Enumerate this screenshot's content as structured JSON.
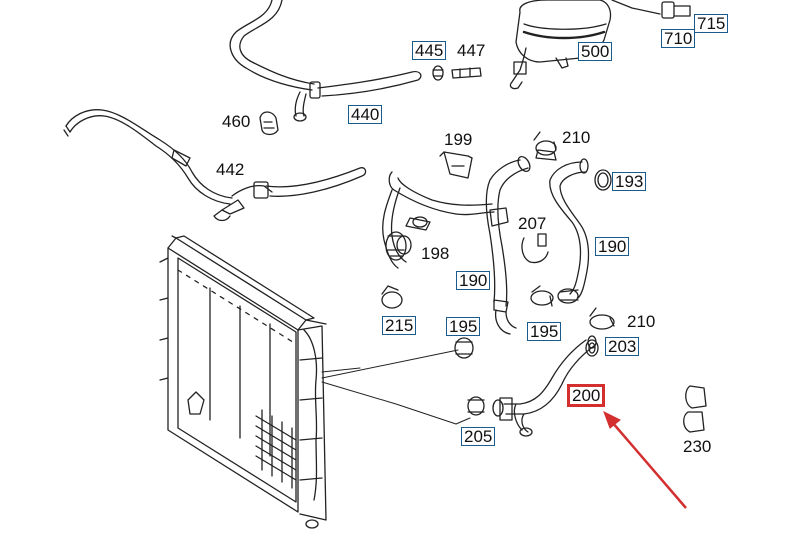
{
  "labels": {
    "p715": "715",
    "p710": "710",
    "p500": "500",
    "p445": "445",
    "p447": "447",
    "p460": "460",
    "p440": "440",
    "p442": "442",
    "p199": "199",
    "p210a": "210",
    "p193": "193",
    "p207": "207",
    "p198": "198",
    "p190a": "190",
    "p190b": "190",
    "p215": "215",
    "p195a": "195",
    "p195b": "195",
    "p210b": "210",
    "p203": "203",
    "p200": "200",
    "p205": "205",
    "p230": "230"
  },
  "colors": {
    "label_box": "#1a5b8e",
    "highlight": "#d32f2f",
    "arrow": "#d32f2f",
    "line": "#222222"
  },
  "highlighted_part": "200"
}
